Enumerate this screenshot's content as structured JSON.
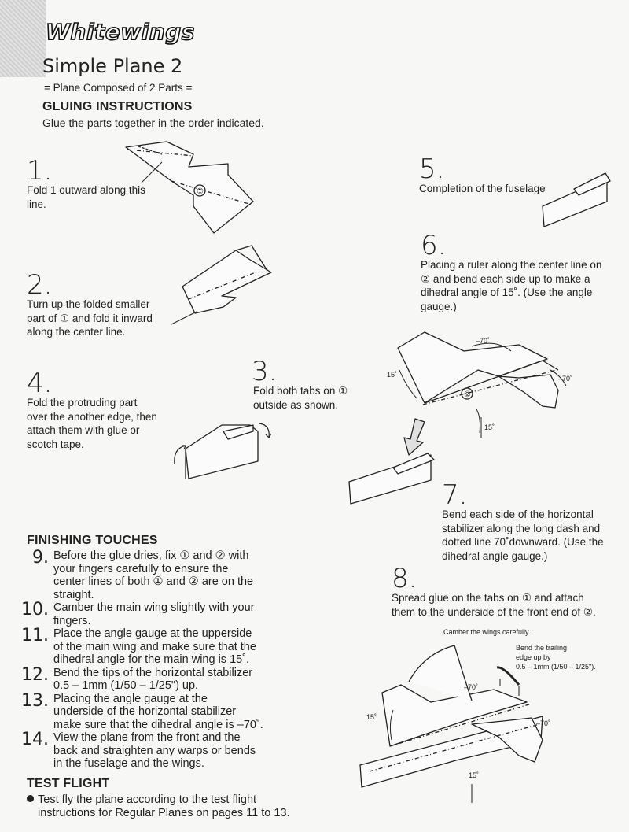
{
  "header": {
    "logo": "Whitewings",
    "title": "Simple Plane 2",
    "subtitle": "= Plane Composed of 2 Parts ="
  },
  "gluing": {
    "heading": "GLUING INSTRUCTIONS",
    "text": "Glue the parts together in the order indicated."
  },
  "steps": [
    {
      "num": "1.",
      "lines": [
        "Fold 1 outward along this",
        "line."
      ]
    },
    {
      "num": "2.",
      "lines": [
        "Turn up the folded smaller",
        "part of ① and fold it inward",
        "along the center line."
      ]
    },
    {
      "num": "3.",
      "lines": [
        "Fold both tabs on ①",
        "outside as shown."
      ]
    },
    {
      "num": "4.",
      "lines": [
        "Fold the protruding part",
        "over the another edge, then",
        "attach them with glue or",
        "scotch tape."
      ]
    },
    {
      "num": "5.",
      "lines": [
        "Completion of the fuselage"
      ]
    },
    {
      "num": "6.",
      "lines": [
        "Placing a ruler along the center line on",
        "② and bend each side up to make a",
        "dihedral angle of 15˚. (Use the angle",
        "gauge.)"
      ]
    },
    {
      "num": "7.",
      "lines": [
        "Bend each side of the horizontal",
        "stabilizer along the long dash and",
        "dotted line 70˚downward. (Use the",
        "dihedral angle gauge.)"
      ]
    },
    {
      "num": "8.",
      "lines": [
        "Spread glue on the tabs on ① and attach",
        "them to the underside of the front end of ②."
      ]
    }
  ],
  "finishing": {
    "heading": "FINISHING TOUCHES",
    "items": [
      {
        "num": "9.",
        "lines": [
          "Before the glue dries, fix ① and ② with",
          "your fingers carefully to ensure the",
          "center lines of both ① and ② are on the",
          "straight."
        ]
      },
      {
        "num": "10.",
        "lines": [
          "Camber the main wing slightly with your",
          "fingers."
        ]
      },
      {
        "num": "11.",
        "lines": [
          "Place the angle gauge at the upperside",
          "of the main wing and make sure that the",
          "dihedral angle for the main wing is 15˚."
        ]
      },
      {
        "num": "12.",
        "lines": [
          "Bend the tips of the horizontal stabilizer",
          "0.5 – 1mm (1/50 – 1/25\") up."
        ]
      },
      {
        "num": "13.",
        "lines": [
          "Placing the angle gauge at the",
          "underside of the horizontal stabilizer",
          "make sure that the dihedral angle is –70˚."
        ]
      },
      {
        "num": "14.",
        "lines": [
          "View the plane from the front and the",
          "back and straighten any warps or bends",
          "in the fuselage and the wings."
        ]
      }
    ]
  },
  "test_flight": {
    "heading": "TEST FLIGHT",
    "lines": [
      "Test fly the plane according to the test flight",
      "instructions for Regular Planes on pages 11 to 13."
    ]
  },
  "diagram_labels": {
    "part1": "①",
    "part2": "②",
    "angle_neg70": "–70˚",
    "angle_15": "15˚",
    "camber_note": "Camber the wings carefully.",
    "trailing_note": [
      "Bend the trailing",
      "edge up by",
      "0.5 – 1mm (1/50 – 1/25\")."
    ]
  }
}
